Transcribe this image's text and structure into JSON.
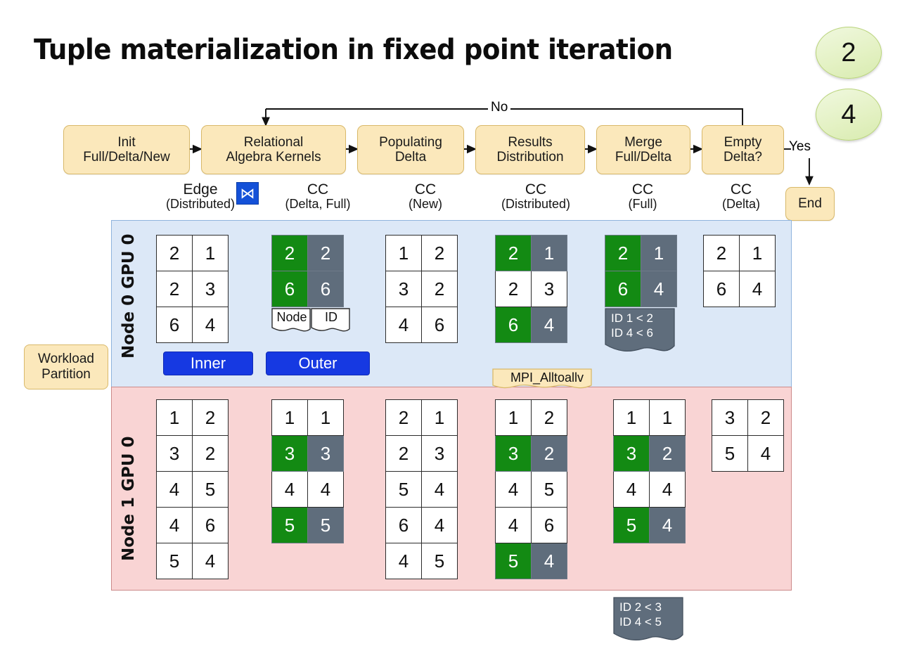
{
  "slide": {
    "title": "Tuple materialization in fixed point iteration",
    "badges": [
      "2",
      "4"
    ]
  },
  "flow": {
    "boxes": [
      {
        "id": "init",
        "lines": [
          "Init",
          "Full/Delta/New"
        ]
      },
      {
        "id": "ra",
        "lines": [
          "Relational",
          "Algebra Kernels"
        ]
      },
      {
        "id": "popdel",
        "lines": [
          "Populating",
          "Delta"
        ]
      },
      {
        "id": "resdis",
        "lines": [
          "Results",
          "Distribution"
        ]
      },
      {
        "id": "merge",
        "lines": [
          "Merge",
          "Full/Delta"
        ]
      },
      {
        "id": "empty",
        "lines": [
          "Empty",
          "Delta?"
        ]
      },
      {
        "id": "end",
        "lines": [
          "End"
        ]
      }
    ],
    "edge_labels": {
      "no": "No",
      "yes": "Yes"
    }
  },
  "captions": [
    {
      "title": "Edge",
      "sub": "(Distributed)",
      "icon": "join-icon",
      "icon_glyph": "⋈"
    },
    {
      "title": "CC",
      "sub": "(Delta, Full)"
    },
    {
      "title": "CC",
      "sub": "(New)"
    },
    {
      "title": "CC",
      "sub": "(Distributed)"
    },
    {
      "title": "CC",
      "sub": "(Full)"
    },
    {
      "title": "CC",
      "sub": "(Delta)"
    }
  ],
  "side_callouts": {
    "workload_partition": [
      "Workload",
      "Partition"
    ],
    "mpi": "MPI_Alltoallv"
  },
  "panels": [
    {
      "id": "node0",
      "label": "Node 0 GPU 0",
      "accent": "#dce8f7"
    },
    {
      "id": "node1",
      "label": "Node 1 GPU 0",
      "accent": "#f9d4d4"
    }
  ],
  "tables": {
    "node0": {
      "edge_distributed": {
        "rows": [
          [
            "2",
            "1"
          ],
          [
            "2",
            "3"
          ],
          [
            "6",
            "4"
          ]
        ],
        "styles": [
          [
            "w",
            "w"
          ],
          [
            "w",
            "w"
          ],
          [
            "w",
            "w"
          ]
        ]
      },
      "cc_delta_full": {
        "rows": [
          [
            "2",
            "2"
          ],
          [
            "6",
            "6"
          ]
        ],
        "styles": [
          [
            "g",
            "s"
          ],
          [
            "g",
            "s"
          ]
        ],
        "header": [
          "Node",
          "ID"
        ]
      },
      "cc_new": {
        "rows": [
          [
            "1",
            "2"
          ],
          [
            "3",
            "2"
          ],
          [
            "4",
            "6"
          ]
        ],
        "styles": [
          [
            "w",
            "w"
          ],
          [
            "w",
            "w"
          ],
          [
            "w",
            "w"
          ]
        ]
      },
      "cc_distributed": {
        "rows": [
          [
            "2",
            "1"
          ],
          [
            "2",
            "3"
          ],
          [
            "6",
            "4"
          ]
        ],
        "styles": [
          [
            "g",
            "s"
          ],
          [
            "w",
            "w"
          ],
          [
            "g",
            "s"
          ]
        ]
      },
      "cc_full": {
        "rows": [
          [
            "2",
            "1"
          ],
          [
            "6",
            "4"
          ]
        ],
        "styles": [
          [
            "g",
            "s"
          ],
          [
            "g",
            "s"
          ]
        ],
        "note": [
          "ID 1 < 2",
          "ID 4 < 6"
        ]
      },
      "cc_delta": {
        "rows": [
          [
            "2",
            "1"
          ],
          [
            "6",
            "4"
          ]
        ],
        "styles": [
          [
            "w",
            "w"
          ],
          [
            "w",
            "w"
          ]
        ]
      }
    },
    "node1": {
      "edge_distributed": {
        "rows": [
          [
            "1",
            "2"
          ],
          [
            "3",
            "2"
          ],
          [
            "4",
            "5"
          ],
          [
            "4",
            "6"
          ],
          [
            "5",
            "4"
          ]
        ],
        "styles": [
          [
            "w",
            "w"
          ],
          [
            "w",
            "w"
          ],
          [
            "w",
            "w"
          ],
          [
            "w",
            "w"
          ],
          [
            "w",
            "w"
          ]
        ]
      },
      "cc_delta_full": {
        "rows": [
          [
            "1",
            "1"
          ],
          [
            "3",
            "3"
          ],
          [
            "4",
            "4"
          ],
          [
            "5",
            "5"
          ]
        ],
        "styles": [
          [
            "w",
            "w"
          ],
          [
            "g",
            "s"
          ],
          [
            "w",
            "w"
          ],
          [
            "g",
            "s"
          ]
        ]
      },
      "cc_new": {
        "rows": [
          [
            "2",
            "1"
          ],
          [
            "2",
            "3"
          ],
          [
            "5",
            "4"
          ],
          [
            "6",
            "4"
          ],
          [
            "4",
            "5"
          ]
        ],
        "styles": [
          [
            "w",
            "w"
          ],
          [
            "w",
            "w"
          ],
          [
            "w",
            "w"
          ],
          [
            "w",
            "w"
          ],
          [
            "w",
            "w"
          ]
        ]
      },
      "cc_distributed": {
        "rows": [
          [
            "1",
            "2"
          ],
          [
            "3",
            "2"
          ],
          [
            "4",
            "5"
          ],
          [
            "4",
            "6"
          ],
          [
            "5",
            "4"
          ]
        ],
        "styles": [
          [
            "w",
            "w"
          ],
          [
            "g",
            "s"
          ],
          [
            "w",
            "w"
          ],
          [
            "w",
            "w"
          ],
          [
            "g",
            "s"
          ]
        ]
      },
      "cc_full": {
        "rows": [
          [
            "1",
            "1"
          ],
          [
            "3",
            "2"
          ],
          [
            "4",
            "4"
          ],
          [
            "5",
            "4"
          ]
        ],
        "styles": [
          [
            "w",
            "w"
          ],
          [
            "g",
            "s"
          ],
          [
            "w",
            "w"
          ],
          [
            "g",
            "s"
          ]
        ],
        "note": [
          "ID 2 < 3",
          "ID 4 < 5"
        ]
      },
      "cc_delta": {
        "rows": [
          [
            "3",
            "2"
          ],
          [
            "5",
            "4"
          ]
        ],
        "styles": [
          [
            "w",
            "w"
          ],
          [
            "w",
            "w"
          ]
        ]
      }
    }
  },
  "pills": [
    {
      "id": "inner",
      "label": "Inner"
    },
    {
      "id": "outer",
      "label": "Outer"
    }
  ],
  "colors": {
    "green": "#138a13",
    "slate": "#5f6d7c",
    "blue_pill": "#1639e2",
    "flow_fill": "#fbe8bb",
    "flow_border": "#d9b96a",
    "panel_blue": "#dce8f7",
    "panel_pink": "#f9d4d4",
    "arrow_red": "#d9534f",
    "arrow_blue": "#6b8fc4",
    "badge_green": "#e3f1c2"
  }
}
